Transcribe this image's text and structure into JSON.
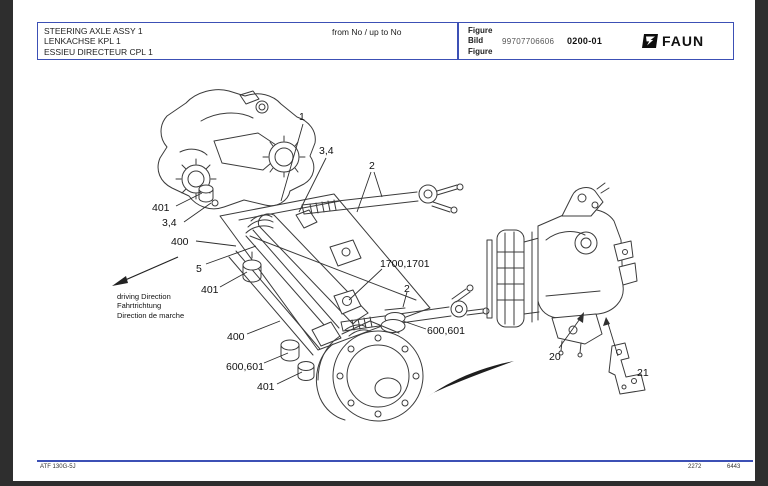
{
  "page": {
    "header": {
      "titles": [
        "STEERING AXLE ASSY 1",
        "LENKACHSE KPL 1",
        "ESSIEU DIRECTEUR CPL 1"
      ],
      "serial_range": "from No / up to No",
      "figure_field": {
        "labels": [
          "Figure",
          "Bild",
          "Figure"
        ],
        "number": "99707706606",
        "code": "0200-01"
      },
      "brand": "FAUN"
    },
    "diagram": {
      "callouts": {
        "c1": "1",
        "c34a": "3,4",
        "c2a": "2",
        "c401a": "401",
        "c34b": "3,4",
        "c400a": "400",
        "c5": "5",
        "c401b": "401",
        "c1700": "1700,1701",
        "c2b": "2",
        "c600a": "600,601",
        "c400b": "400",
        "c600b": "600,601",
        "c401c": "401",
        "c20": "20",
        "c21": "21"
      },
      "direction_lines": [
        "driving Direction",
        "Fahrtrichtung",
        "Direction de marche"
      ]
    },
    "footer": {
      "model": "ATF 130G-5J",
      "num_left": "2272",
      "num_right": "6443"
    },
    "colors": {
      "accent_blue": "#3c50b5",
      "line_gray": "#3b3b3b",
      "scan_bar": "#2e2e2e"
    }
  }
}
